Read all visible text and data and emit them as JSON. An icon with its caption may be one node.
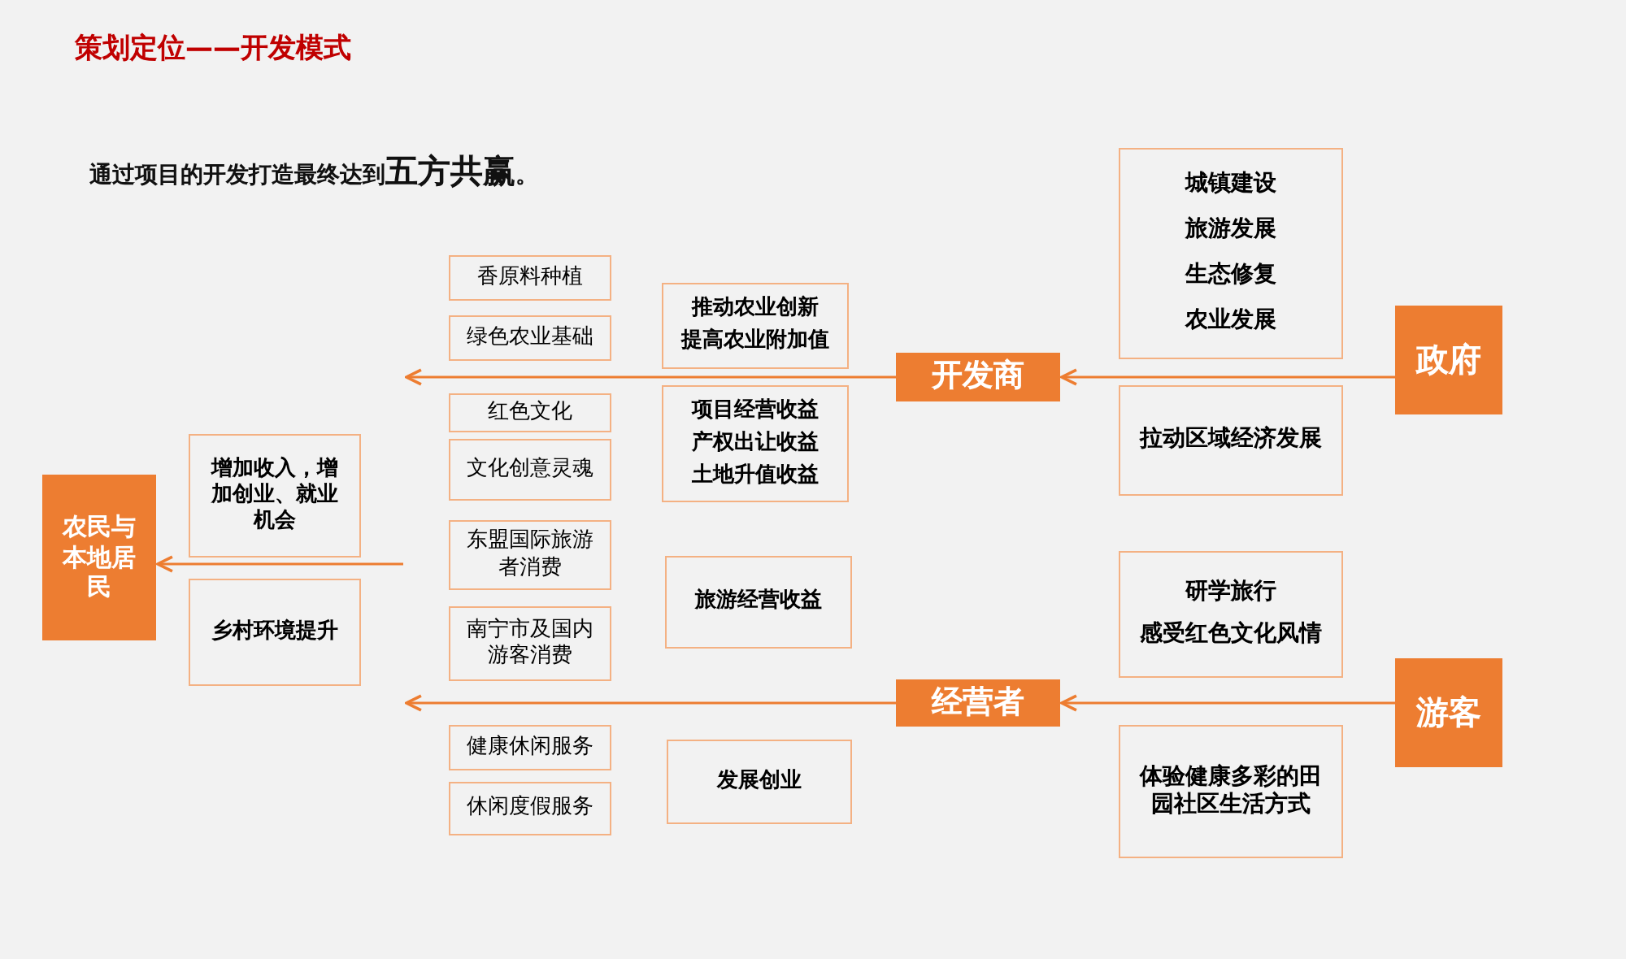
{
  "diagram": {
    "title": "策划定位——开发模式",
    "nodes": [
      {
        "text": [
          "农民与本地居民"
        ]
      },
      {
        "text": [
          "增加收入，增加创业、就业机会"
        ]
      },
      {
        "text": [
          "乡村环境提升"
        ]
      },
      {
        "text": [
          "香原料种植"
        ]
      },
      {
        "text": [
          "绿色农业基础"
        ]
      },
      {
        "text": [
          "红色文化"
        ]
      },
      {
        "text": [
          "文化创意灵魂"
        ]
      },
      {
        "text": [
          "东盟国际旅游者消费"
        ]
      },
      {
        "text": [
          "南宁市及国内游客消费"
        ]
      },
      {
        "text": [
          "健康休闲服务"
        ]
      },
      {
        "text": [
          "休闲度假服务"
        ]
      },
      {
        "text": [
          "推动农业创新",
          "提高农业附加值"
        ]
      },
      {
        "text": [
          "项目经营收益",
          "产权出让收益",
          "土地升值收益"
        ]
      },
      {
        "text": [
          "旅游经营收益"
        ]
      },
      {
        "text": [
          "发展创业"
        ]
      },
      {
        "text": [
          "开发商"
        ]
      },
      {
        "text": [
          "经营者"
        ]
      },
      {
        "text": [
          "城镇建设",
          "旅游发展",
          "生态修复",
          "农业发展"
        ]
      },
      {
        "text": [
          "拉动区域经济发展"
        ]
      },
      {
        "text": [
          "政府"
        ]
      },
      {
        "text": [
          "研学旅行",
          "感受红色文化风情"
        ]
      },
      {
        "text": [
          "体验健康多彩的田园社区生活方式"
        ]
      },
      {
        "text": [
          "游客"
        ]
      }
    ],
    "edges": [
      {
        "from": 19,
        "to": 15,
        "arrow": "to"
      },
      {
        "from": 15,
        "to": null,
        "arrow": "to"
      },
      {
        "from": 22,
        "to": 16,
        "arrow": "to"
      },
      {
        "from": 16,
        "to": null,
        "arrow": "to"
      },
      {
        "from": null,
        "to": 0,
        "arrow": "to"
      }
    ],
    "labels": [
      "通过项目的开发打造最终达到**五方共赢**。"
    ]
  }
}
